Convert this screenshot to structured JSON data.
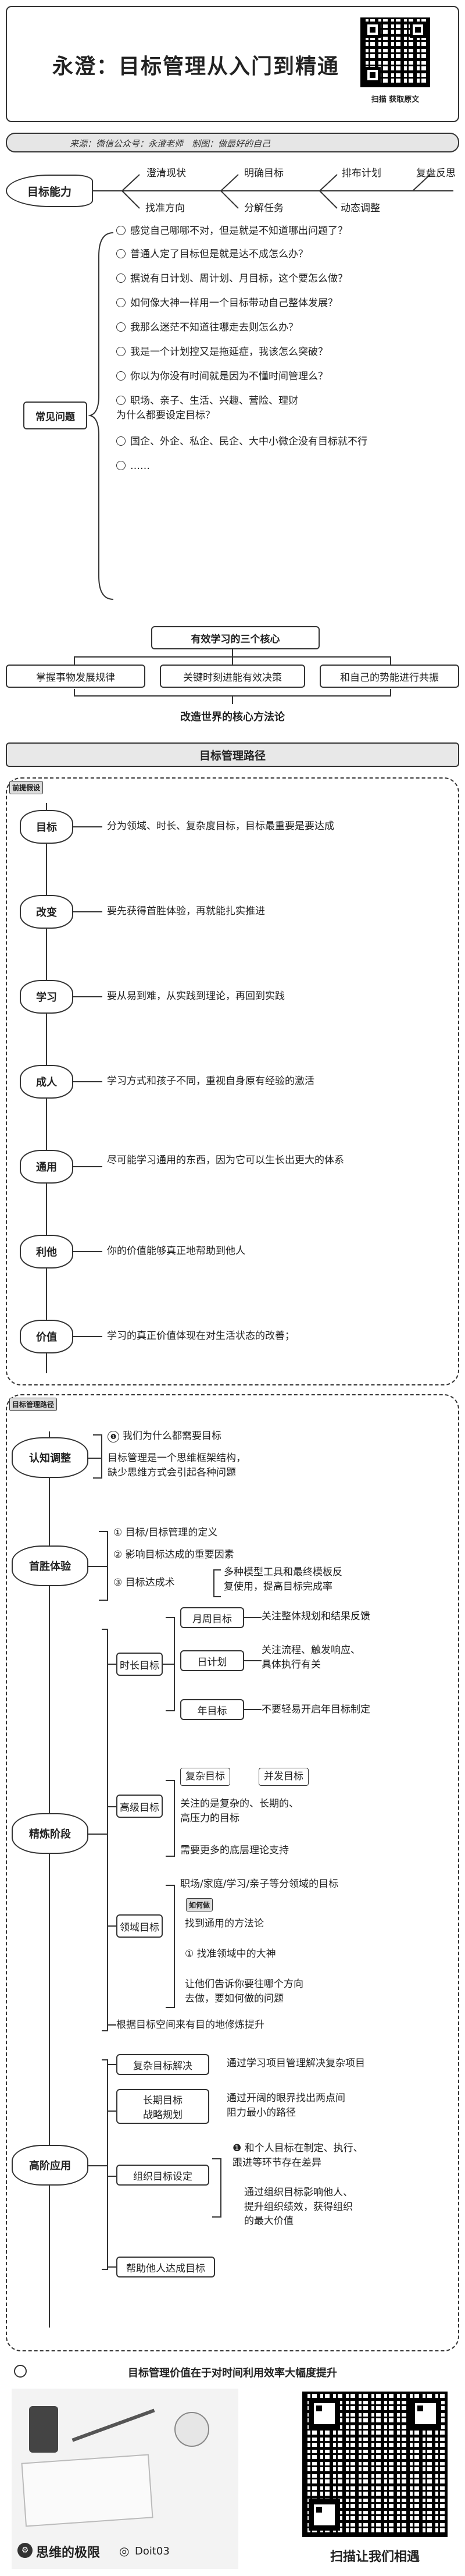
{
  "header": {
    "title": "永澄：目标管理从入门到精通",
    "qr_caption": "扫描 获取原文",
    "source_line": "来源：微信公众号：永澄老师　制图：做最好的自己"
  },
  "ability": {
    "label": "目标能力",
    "top_items": [
      "澄清现状",
      "明确目标",
      "排布计划",
      "复盘反思"
    ],
    "bottom_items": [
      "找准方向",
      "分解任务",
      "动态调整"
    ]
  },
  "problems": {
    "label": "常见问题",
    "items": [
      "感觉自己哪哪不对，但是就是不知道哪出问题了？",
      "普通人定了目标但是就是达不成怎么办？",
      "据说有日计划、周计划、月目标，这个要怎么做？",
      "如何像大神一样用一个目标带动自己整体发展？",
      "我那么迷茫不知道往哪走去则怎么办？",
      "我是一个计划控又是拖延症，我该怎么突破？",
      "你以为你没有时间就是因为不懂时间管理么？",
      "职场、亲子、生活、兴趣、营险、理财\n为什么都要设定目标？",
      "国企、外企、私企、民企、大中小微企没有目标就不行",
      "……"
    ]
  },
  "core": {
    "title": "有效学习的三个核心",
    "items": [
      "掌握事物发展规律",
      "关键时刻进能有效决策",
      "和自己的势能进行共振"
    ],
    "footer": "改造世界的核心方法论"
  },
  "path_banner": "目标管理路径",
  "premise": {
    "tag": "前提假设",
    "items": [
      {
        "name": "目标",
        "desc": "分为领域、时长、复杂度目标，目标最重要是要达成"
      },
      {
        "name": "改变",
        "desc": "要先获得首胜体验，再就能扎实推进"
      },
      {
        "name": "学习",
        "desc": "要从易到难，从实践到理论，再回到实践"
      },
      {
        "name": "成人",
        "desc": "学习方式和孩子不同，重视自身原有经验的激活"
      },
      {
        "name": "通用",
        "desc": "尽可能学习通用的东西，因为它可以生长出更大的体系"
      },
      {
        "name": "利他",
        "desc": "你的价值能够真正地帮助到他人"
      },
      {
        "name": "价值",
        "desc": "学习的真正价值体现在对生活状态的改善；"
      }
    ]
  },
  "mgmt": {
    "tag": "目标管理路径",
    "stage1": {
      "name": "认知调整",
      "bullet": "我们为什么都需要目标",
      "note": "目标管理是一个思维框架结构，\n缺少思维方式会引起各种问题"
    },
    "stage2": {
      "name": "首胜体验",
      "items": [
        "目标/目标管理的定义",
        "影响目标达成的重要因素",
        "目标达成术"
      ],
      "note": "多种模型工具和最终模板反\n复使用，提高目标完成率"
    },
    "stage3": {
      "name": "精炼阶段",
      "time_label": "时长目标",
      "time_items": [
        {
          "name": "月周目标",
          "desc": "关注整体规划和结果反馈"
        },
        {
          "name": "日计划",
          "desc": "关注流程、触发响应、\n具体执行有关"
        },
        {
          "name": "年目标",
          "desc": "不要轻易开启年目标制定"
        }
      ],
      "high_label": "高级目标",
      "high_tags": [
        "复杂目标",
        "并发目标"
      ],
      "high_note": "关注的是复杂的、长期的、\n高压力的目标",
      "high_note2": "需要更多的底层理论支持",
      "domain_label": "领域目标",
      "domain_top": "职场/家庭/学习/亲子等分领域的目标",
      "domain_howto": "如何做",
      "domain_items": [
        "找到通用的方法论",
        "找准领域中的大神",
        "让他们告诉你要往哪个方向\n去做，要如何做的问题"
      ],
      "footer": "根据目标空间来有目的地修炼提升"
    },
    "stage4": {
      "name": "高阶应用",
      "items": [
        {
          "name": "复杂目标解决",
          "desc": "通过学习项目管理解决复杂项目"
        },
        {
          "name": "长期目标\n战略规划",
          "desc": "通过开阔的眼界找出两点间\n阻力最小的路径"
        },
        {
          "name": "组织目标设定",
          "desc": "和个人目标在制定、执行、\n跟进等环节存在差异"
        },
        {
          "name": "",
          "desc": "通过组织目标影响他人、\n提升组织绩效，获得组织\n的最大价值"
        },
        {
          "name": "帮助他人达成目标",
          "desc": ""
        }
      ]
    }
  },
  "conclusion": "目标管理价值在于对时间利用效率大幅度提升",
  "footer": {
    "brand": "思维的极限",
    "id": "Doit03",
    "cta": "扫描让我们相遇"
  }
}
